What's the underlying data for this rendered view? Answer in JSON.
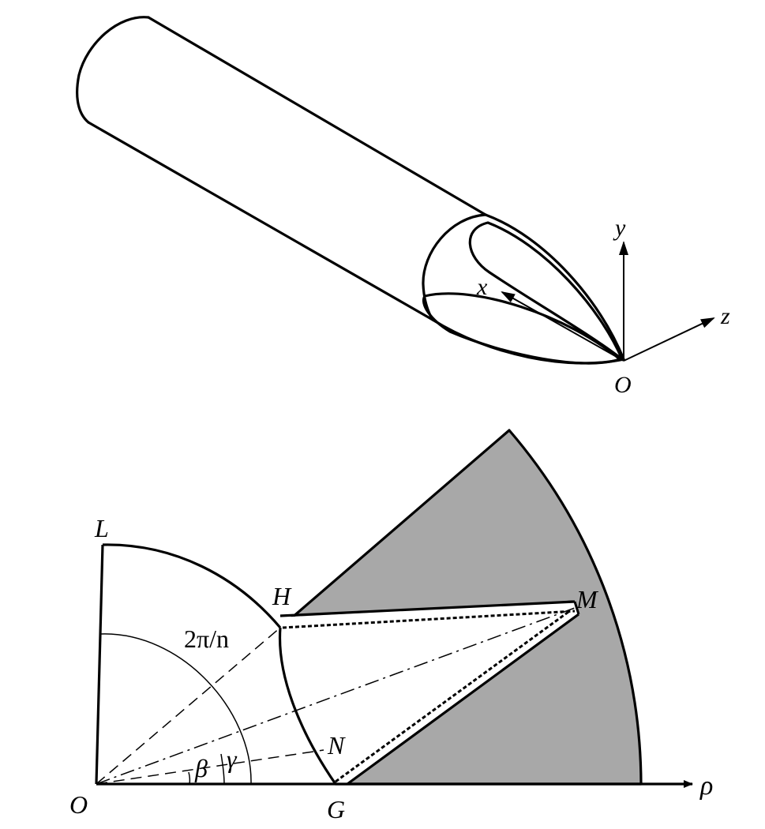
{
  "top_figure": {
    "axis_x": "x",
    "axis_y": "y",
    "axis_z": "z",
    "origin": "O"
  },
  "bottom_figure": {
    "point_L": "L",
    "point_H": "H",
    "point_M": "M",
    "point_N": "N",
    "point_O": "O",
    "point_G": "G",
    "axis_rho": "ρ",
    "angle_sector": "2π/n",
    "angle_beta": "β",
    "angle_gamma": "γ"
  },
  "colors": {
    "stroke": "#000000",
    "shaded_region": "#a8a8a8",
    "background": "#ffffff"
  }
}
